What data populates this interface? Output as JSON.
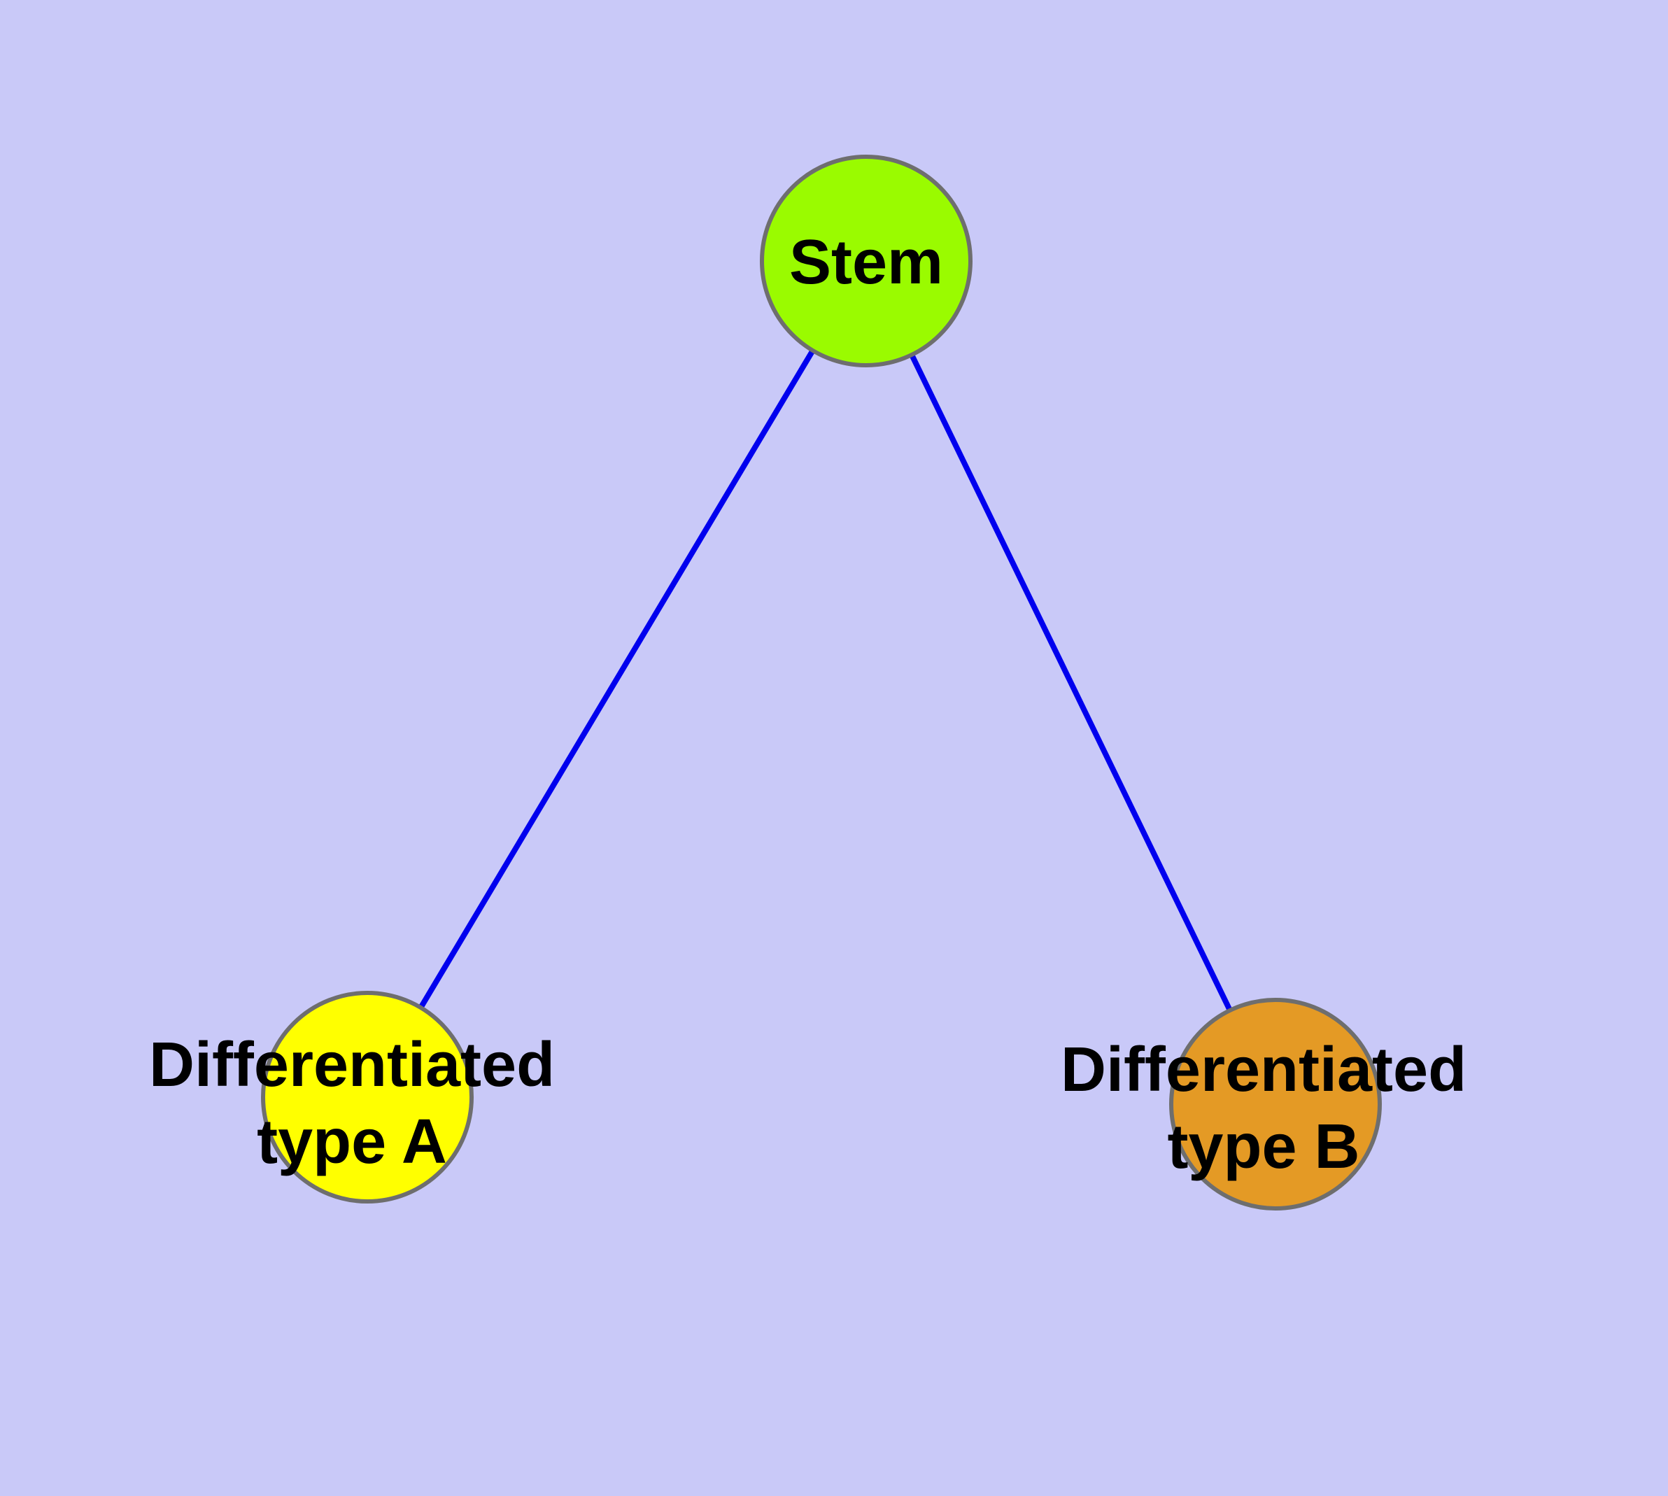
{
  "diagram": {
    "type": "graph",
    "description": "Stem cell differentiation tree: one stem node connected to two differentiated cell-type nodes"
  },
  "colors": {
    "background": "#C9C9F8",
    "edge": "#0000EE",
    "node_border": "#6E6E6E",
    "label_text": "#000000"
  },
  "nodes": {
    "stem": {
      "label": "Stem",
      "fill": "#9AFB00"
    },
    "differentiated_a": {
      "label_line1": "Differentiated",
      "label_line2": "type A",
      "fill": "#FFFF00"
    },
    "differentiated_b": {
      "label_line1": "Differentiated",
      "label_line2": "type B",
      "fill": "#E49A25"
    }
  },
  "edges": [
    {
      "from": "Stem",
      "to": "Differentiated type A"
    },
    {
      "from": "Stem",
      "to": "Differentiated type B"
    }
  ]
}
